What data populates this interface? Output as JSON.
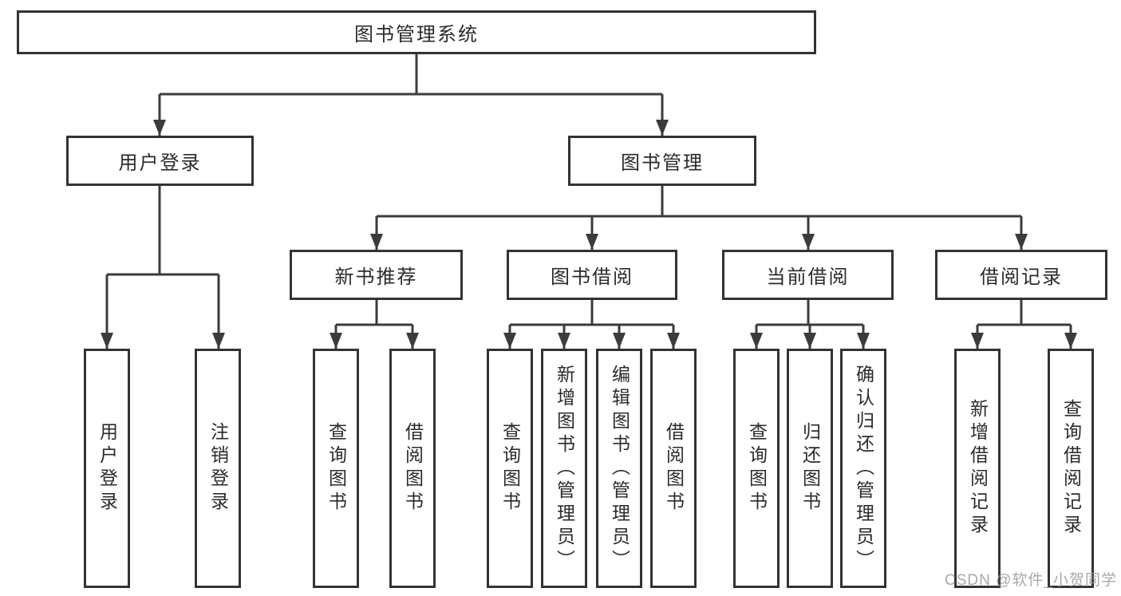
{
  "diagram": {
    "title": "图书管理系统",
    "watermark": "CSDN @软件_小贺同学",
    "colors": {
      "line": "#3b3b3b",
      "box_border": "#333333",
      "box_fill": "#ffffff",
      "text": "#2b2b2b",
      "watermark": "#9e9e9e"
    },
    "tree": {
      "root": {
        "label": "图书管理系统"
      },
      "level2": [
        {
          "label": "用户登录",
          "children": [
            {
              "label": "用户登录"
            },
            {
              "label": "注销登录"
            }
          ]
        },
        {
          "label": "图书管理",
          "children": [
            {
              "label": "新书推荐",
              "children": [
                {
                  "label": "查询图书"
                },
                {
                  "label": "借阅图书"
                }
              ]
            },
            {
              "label": "图书借阅",
              "children": [
                {
                  "label": "查询图书"
                },
                {
                  "label": "新增图书（管理员）"
                },
                {
                  "label": "编辑图书（管理员）"
                },
                {
                  "label": "借阅图书"
                }
              ]
            },
            {
              "label": "当前借阅",
              "children": [
                {
                  "label": "查询图书"
                },
                {
                  "label": "归还图书"
                },
                {
                  "label": "确认归还（管理员）"
                }
              ]
            },
            {
              "label": "借阅记录",
              "children": [
                {
                  "label": "新增借阅记录"
                },
                {
                  "label": "查询借阅记录"
                }
              ]
            }
          ]
        }
      ]
    }
  }
}
